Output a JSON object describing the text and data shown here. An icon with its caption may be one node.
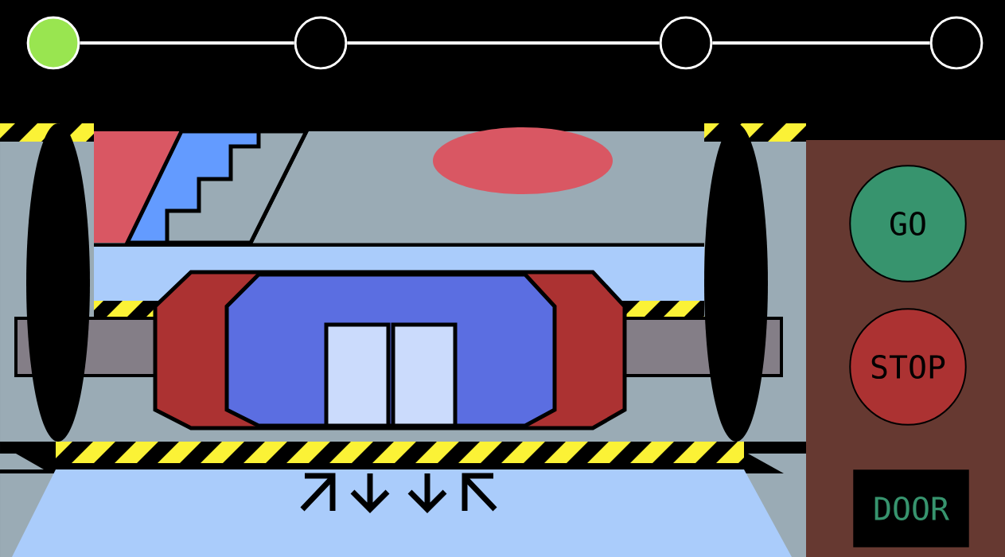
{
  "diagram": {
    "nodes": [
      {
        "text": [],
        "shape": "circle"
      },
      {
        "text": [],
        "shape": "circle"
      },
      {
        "text": [],
        "shape": "circle"
      },
      {
        "text": [],
        "shape": "circle"
      },
      {
        "text": [
          "GO"
        ]
      },
      {
        "text": [
          "STOP"
        ]
      },
      {
        "text": [
          "DOOR"
        ]
      }
    ],
    "edges": [
      {
        "from": 0,
        "to": 1,
        "arrow": "none"
      },
      {
        "from": 1,
        "to": 2,
        "arrow": "none"
      },
      {
        "from": 2,
        "to": 3,
        "arrow": "none"
      }
    ]
  }
}
